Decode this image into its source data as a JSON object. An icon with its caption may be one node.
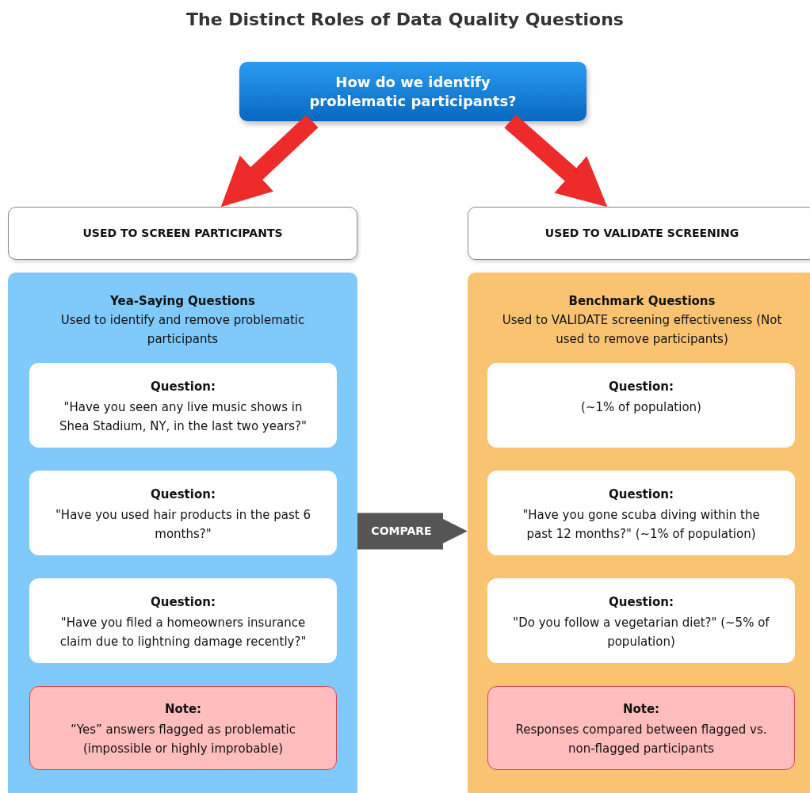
{
  "diagram": {
    "title": "The Distinct Roles of Data Quality Questions",
    "nodes": [
      {
        "text": [
          "How do we identify problematic participants?"
        ]
      },
      {
        "text": [
          "USED TO SCREEN PARTICIPANTS"
        ]
      },
      {
        "text": [
          "USED TO VALIDATE SCREENING"
        ]
      },
      {
        "text": [
          "Yea-Saying Questions",
          "Used to identify and remove problematic participants"
        ]
      },
      {
        "text": [
          "Question:",
          "\"Have you seen any live music shows in Shea Stadium, NY, in the last two years?\""
        ],
        "in": 3
      },
      {
        "text": [
          "Question:",
          "\"Have you used hair products in the past 6 months?\""
        ],
        "in": 3
      },
      {
        "text": [
          "Question:",
          "\"Have you filed a homeowners insurance claim due to lightning damage recently?\""
        ],
        "in": 3
      },
      {
        "text": [
          "Note:",
          "“Yes” answers flagged as problematic (impossible or highly improbable)"
        ],
        "in": 3
      },
      {
        "text": [
          "Benchmark Questions",
          "Used to VALIDATE screening effectiveness (Not used to remove participants)"
        ]
      },
      {
        "text": [
          "Question:",
          "(~1% of population)"
        ],
        "in": 8
      },
      {
        "text": [
          "Question:",
          "\"Have you gone scuba diving within the past 12 months?\" (~1% of population)"
        ],
        "in": 8
      },
      {
        "text": [
          "Question:",
          "\"Do you follow a vegetarian diet?\" (~5% of population)"
        ],
        "in": 8
      },
      {
        "text": [
          "Note:",
          "Responses compared between flagged vs. non-flagged participants"
        ],
        "in": 8
      }
    ],
    "edges": [
      {
        "from": 0,
        "to": 1,
        "arrow": "to"
      },
      {
        "from": 0,
        "to": 2,
        "arrow": "to"
      },
      {
        "from": 3,
        "to": 8,
        "arrow": "to",
        "style": "thick",
        "color": "#555555",
        "label": "COMPARE"
      }
    ]
  }
}
